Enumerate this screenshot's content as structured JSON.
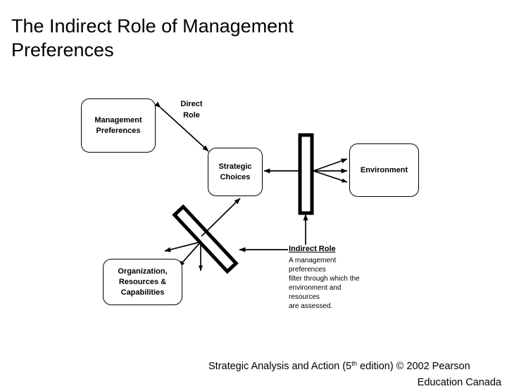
{
  "slide": {
    "title": "The Indirect Role of Management\nPreferences",
    "background_color": "#ffffff",
    "ink_color": "#000000"
  },
  "diagram": {
    "nodes": [
      {
        "id": "management-preferences",
        "label": "Management\nPreferences",
        "shape": "rounded-rectangle"
      },
      {
        "id": "strategic-choices",
        "label": "Strategic\nChoices",
        "shape": "rounded-rectangle"
      },
      {
        "id": "environment",
        "label": "Environment",
        "shape": "rounded-rectangle"
      },
      {
        "id": "organization",
        "label": "Organization,\nResources &\nCapabilities",
        "shape": "rounded-rectangle"
      }
    ],
    "labels": [
      {
        "id": "direct-role",
        "text": "Direct\nRole"
      }
    ],
    "filters": [
      {
        "id": "vertical-filter-bar",
        "orientation": "vertical",
        "description": "management preferences filter between strategic choices and environment"
      },
      {
        "id": "tilted-filter-bar",
        "orientation": "tilted",
        "description": "management preferences filter between strategic choices and organization resources and capabilities"
      }
    ],
    "connectors": [
      {
        "id": "preferences-choices-double-arrow",
        "from": "management-preferences",
        "to": "strategic-choices",
        "style": "double-headed"
      },
      {
        "id": "filter-to-choices-arrow",
        "from": "vertical-filter-bar",
        "to": "strategic-choices",
        "style": "single-headed"
      },
      {
        "id": "filter-to-environment-fan",
        "from": "vertical-filter-bar",
        "to": "environment",
        "style": "three-arrow-fan"
      },
      {
        "id": "indirect-role-to-filter-arrow",
        "from": "indirect-role-note",
        "to": "vertical-filter-bar",
        "style": "single-headed"
      },
      {
        "id": "indirect-role-to-tilted-filter-arrow",
        "from": "indirect-role-note",
        "to": "tilted-filter-bar",
        "style": "single-headed"
      },
      {
        "id": "tilted-filter-to-choices-arrow",
        "from": "tilted-filter-bar",
        "to": "strategic-choices",
        "style": "single-headed"
      },
      {
        "id": "tilted-filter-to-organization-fan",
        "from": "tilted-filter-bar",
        "to": "organization",
        "style": "three-arrow-fan"
      }
    ]
  },
  "notes": {
    "indirect_role": {
      "heading": "Indirect Role",
      "body": "A management\npreferences\nfilter through which the\nenvironment and\nresources\nare assessed."
    }
  },
  "footer": {
    "line_1_before_sup": "Strategic Analysis and Action (5",
    "line_1_sup": "th",
    "line_1_after_sup": " edition) © 2002 Pearson",
    "line_2": "Education Canada"
  }
}
